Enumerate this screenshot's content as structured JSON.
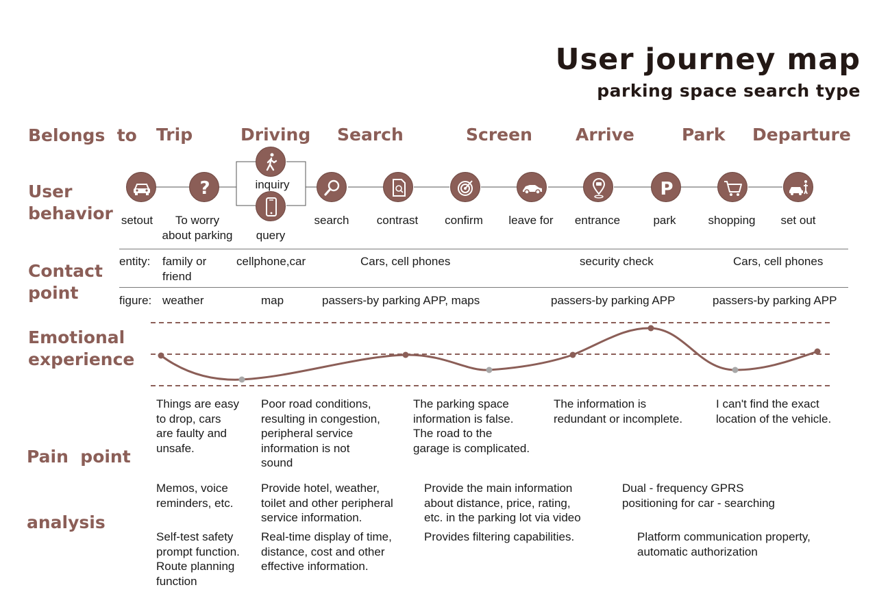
{
  "title": "User journey map",
  "subtitle": "parking space search type",
  "row_labels": {
    "belongs": "Belongs  to",
    "behavior": [
      "User",
      "behavior"
    ],
    "contact": [
      "Contact",
      "point"
    ],
    "emotion": [
      "Emotional",
      "experience"
    ],
    "pain": [
      "Pain  point",
      "analysis"
    ]
  },
  "stages": [
    "Trip",
    "Driving",
    "Search",
    "Screen",
    "Arrive",
    "Park",
    "Departure"
  ],
  "behaviors": {
    "setout": "setout",
    "worry": [
      "To worry",
      "about parking"
    ],
    "inquiry": "inquiry",
    "query": "query",
    "search": "search",
    "contrast": "contrast",
    "confirm": "confirm",
    "leave_for": "leave for",
    "entrance": "entrance",
    "park": "park",
    "shopping": "shopping",
    "set_out": "set out"
  },
  "icons": [
    "car-icon",
    "question-icon",
    "walking-person-icon",
    "phone-icon",
    "magnifier-icon",
    "document-icon",
    "target-icon",
    "sedan-icon",
    "parking-pin-icon",
    "parking-p-icon",
    "shopping-cart-icon",
    "car-person-icon"
  ],
  "contact": {
    "entity_label": "entity:",
    "figure_label": "figure:",
    "entity": {
      "family": [
        "family or",
        "friend"
      ],
      "cellphone_car": "cellphone,car",
      "cars_phones_1": "Cars, cell phones",
      "security": "security check",
      "cars_phones_2": "Cars, cell phones"
    },
    "figure": {
      "weather": "weather",
      "map": "map",
      "app_maps": "passers-by parking APP, maps",
      "app_1": "passers-by parking APP",
      "app_2": "passers-by parking APP"
    }
  },
  "emotion_points": [
    {
      "stage": "Trip",
      "level": 0
    },
    {
      "stage": "Driving",
      "level": -1
    },
    {
      "stage": "Search",
      "level": 0
    },
    {
      "stage": "Screen",
      "level": -0.5
    },
    {
      "stage": "Arrive",
      "level": 0
    },
    {
      "stage": "Park",
      "level": 1
    },
    {
      "stage": "Park",
      "level": -0.5
    },
    {
      "stage": "Departure",
      "level": 0
    }
  ],
  "colors": {
    "accent": "#8b5e57",
    "title": "#231815",
    "muted_point": "#a8a8a8"
  },
  "pain_points": [
    [
      "Things are easy",
      "to drop, cars",
      "are faulty and",
      "unsafe."
    ],
    [
      "Poor road conditions,",
      "resulting in congestion,",
      "peripheral service",
      "information is not",
      "sound"
    ],
    [
      "The parking space",
      "information is false.",
      "The road to the",
      "garage is complicated."
    ],
    [
      "The information is",
      "redundant or incomplete."
    ],
    [
      "I can't find the exact",
      "location of the vehicle."
    ]
  ],
  "solutions_1": [
    [
      "Memos, voice",
      "reminders, etc."
    ],
    [
      "Provide hotel, weather,",
      "toilet and other peripheral",
      "service information."
    ],
    [
      "Provide the main information",
      "about distance, price, rating,",
      "etc. in the parking lot via video"
    ],
    [
      "Dual - frequency GPRS",
      "positioning for car - searching"
    ]
  ],
  "solutions_2": [
    [
      "Self-test safety",
      "prompt function.",
      "Route planning",
      "function"
    ],
    [
      "Real-time display of time,",
      "distance, cost and other",
      "effective information."
    ],
    [
      "Provides filtering capabilities."
    ],
    [
      "Platform communication property,",
      "automatic authorization"
    ]
  ]
}
